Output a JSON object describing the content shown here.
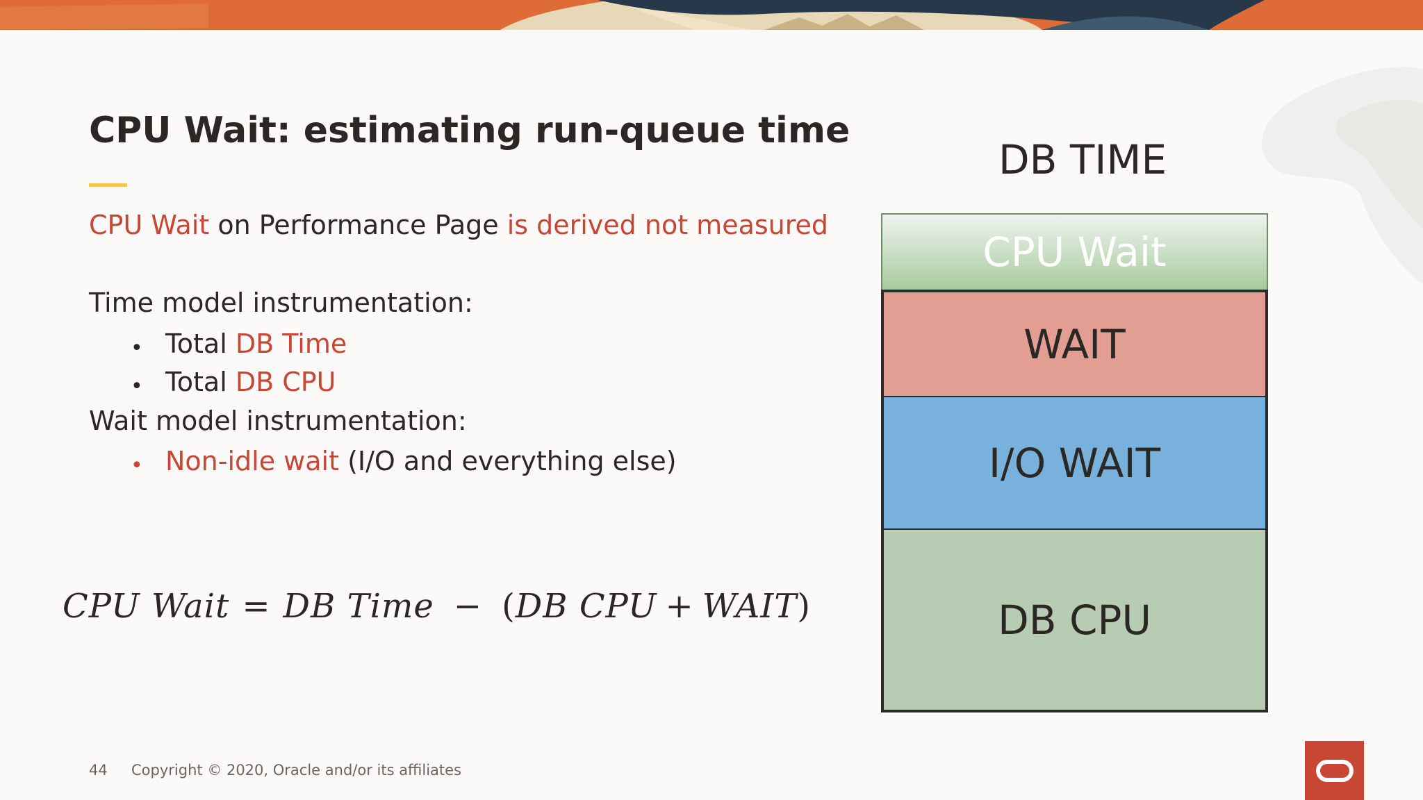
{
  "slide": {
    "title": "CPU Wait: estimating run-queue time",
    "intro": {
      "part1": "CPU Wait",
      "part2": " on Performance Page ",
      "part3": "is derived not measured"
    },
    "time_model": {
      "heading": "Time model instrumentation:",
      "bullets": [
        {
          "prefix": "Total ",
          "highlight": "DB Time"
        },
        {
          "prefix": "Total ",
          "highlight": "DB CPU"
        }
      ]
    },
    "wait_model": {
      "heading": "Wait model instrumentation:",
      "bullet": {
        "highlight": "Non-idle wait",
        "suffix": " (I/O and everything else)"
      }
    },
    "bullet_glyph": "•",
    "formula": {
      "lhs": "CPU Wait",
      "eq": "=",
      "term1": "DB Time",
      "minus": "−",
      "paren_open": "(",
      "term2": "DB CPU",
      "plus": "+",
      "term3": "WAIT",
      "paren_close": ")"
    },
    "stack": {
      "title": "DB TIME",
      "segments": [
        {
          "label": "CPU Wait",
          "color": "#a8ca9f"
        },
        {
          "label": "WAIT",
          "color": "#e29e92"
        },
        {
          "label": "I/O WAIT",
          "color": "#79b1dd"
        },
        {
          "label": "DB CPU",
          "color": "#b7ccb2"
        }
      ]
    },
    "footer": {
      "page_number": "44",
      "copyright": "Copyright © 2020, Oracle and/or its affiliates"
    },
    "colors": {
      "accent_red": "#c74634",
      "accent_yellow": "#f2c94c",
      "text": "#2b2724"
    },
    "logo_icon": "oracle-logo-icon"
  }
}
